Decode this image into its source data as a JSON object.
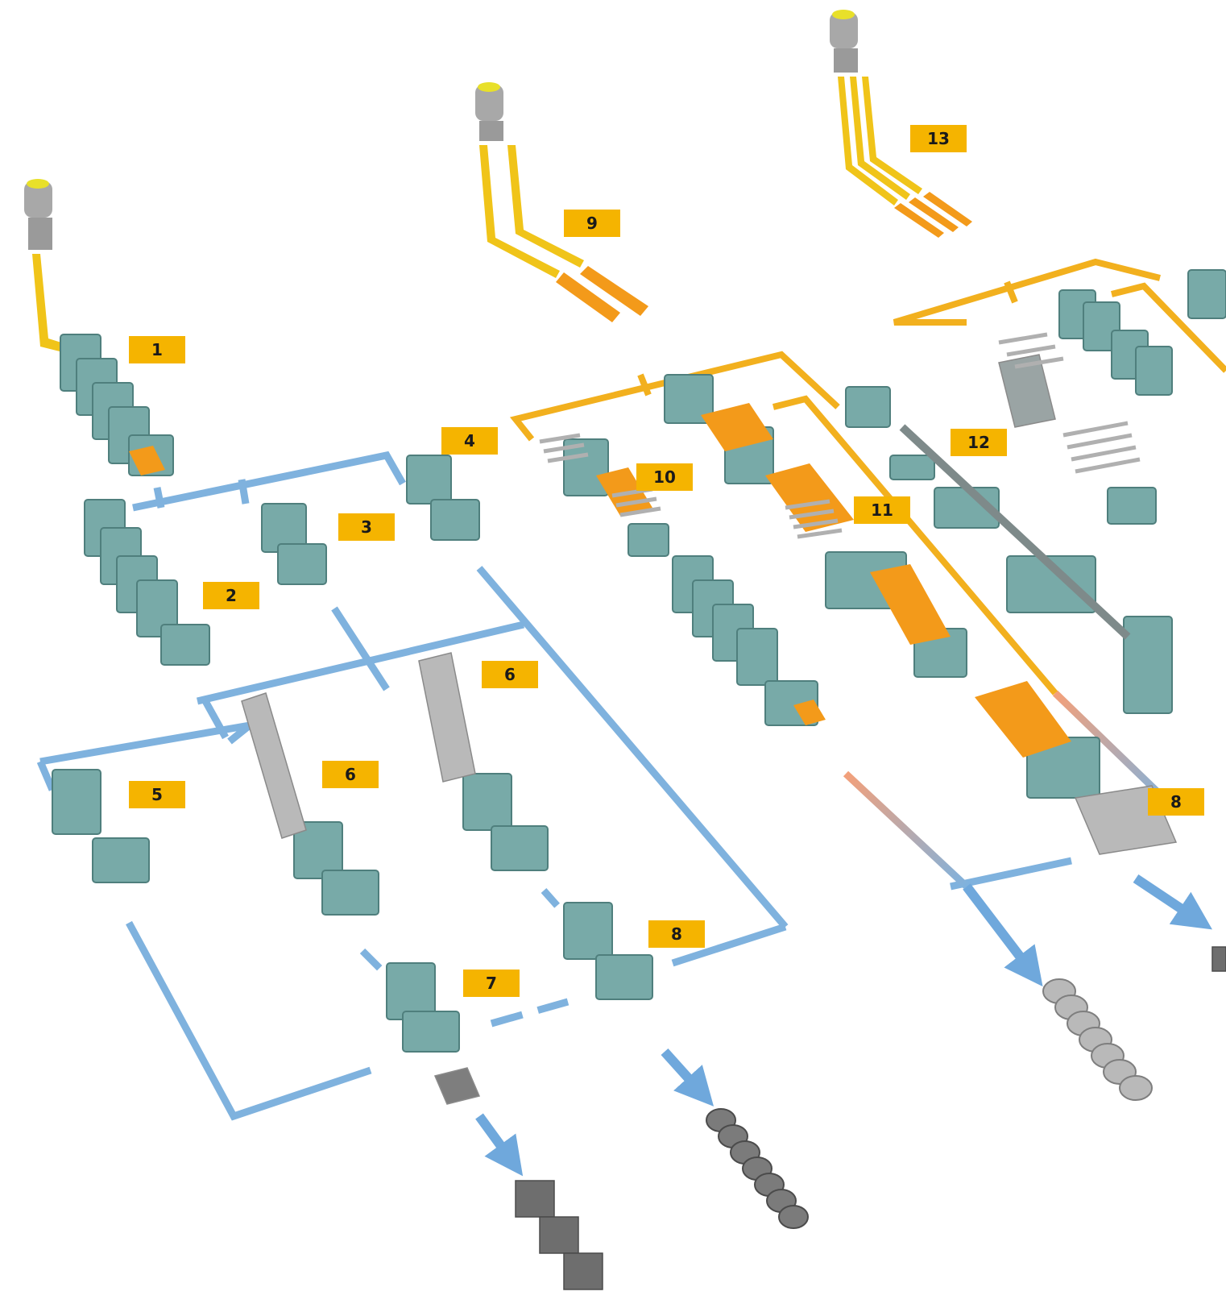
{
  "colors": {
    "cold_route": "#7fb2de",
    "hot_route": "#f2b01e",
    "label_bg": "#f5b400",
    "machine": "#78aaa8",
    "steel": "#9a9a9a",
    "hot_strip": "#f39a1a"
  },
  "labels": [
    {
      "id": "1",
      "text": "1"
    },
    {
      "id": "2",
      "text": "2"
    },
    {
      "id": "3",
      "text": "3"
    },
    {
      "id": "4",
      "text": "4"
    },
    {
      "id": "5",
      "text": "5"
    },
    {
      "id": "6a",
      "text": "6"
    },
    {
      "id": "6b",
      "text": "6"
    },
    {
      "id": "7",
      "text": "7"
    },
    {
      "id": "8a",
      "text": "8"
    },
    {
      "id": "8b",
      "text": "8"
    },
    {
      "id": "9",
      "text": "9"
    },
    {
      "id": "10",
      "text": "10"
    },
    {
      "id": "11",
      "text": "11"
    },
    {
      "id": "12",
      "text": "12"
    },
    {
      "id": "13",
      "text": "13"
    }
  ]
}
